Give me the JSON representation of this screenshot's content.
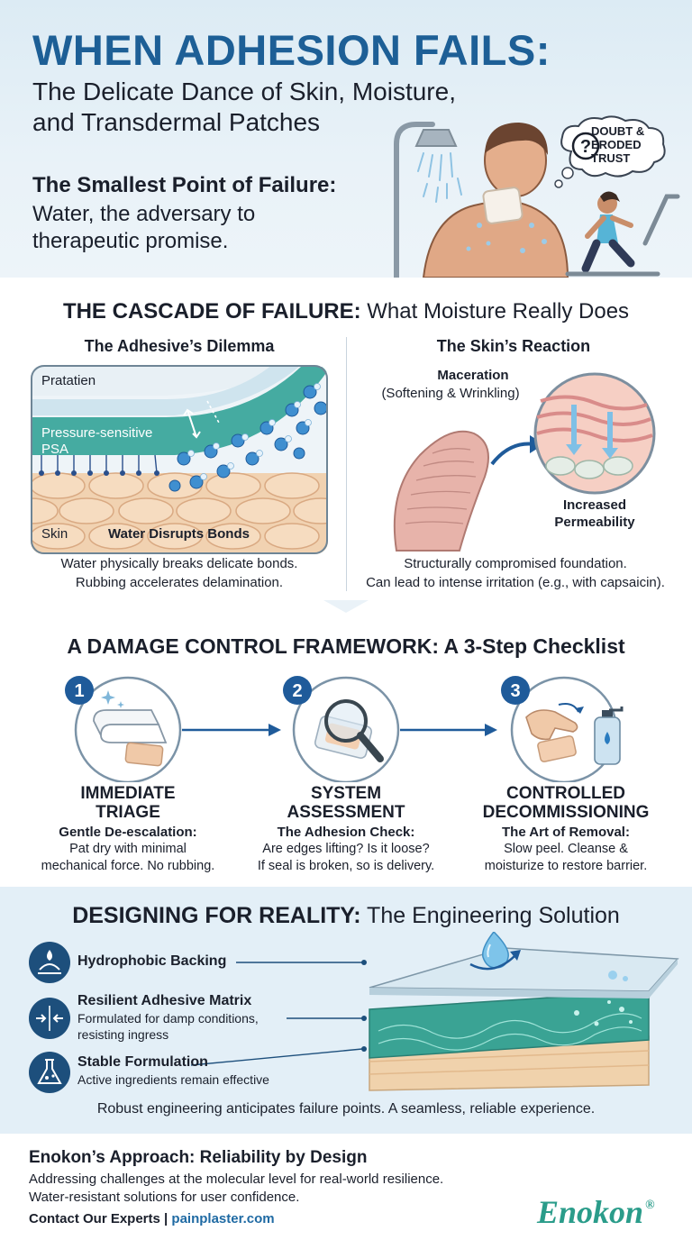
{
  "header": {
    "title": "WHEN ADHESION FAILS:",
    "subtitle_line1": "The Delicate Dance of Skin, Moisture,",
    "subtitle_line2": "and Transdermal Patches",
    "point_title": "The Smallest Point of Failure:",
    "point_text_line1": "Water, the adversary to",
    "point_text_line2": "therapeutic promise.",
    "thought_bubble": [
      "DOUBT &",
      "ERODED",
      "TRUST"
    ],
    "thought_bubble_symbol": "?"
  },
  "cascade": {
    "title_bold": "THE CASCADE OF FAILURE:",
    "title_rest": " What Moisture Really Does",
    "adhesive": {
      "title": "The Adhesive’s Dilemma",
      "label_top": "Pratatien",
      "label_psa1": "Pressure-sensitive",
      "label_psa2": "PSA",
      "label_skin": "Skin",
      "label_bonds": "Water Disrupts Bonds",
      "caption_line1": "Water physically breaks delicate bonds.",
      "caption_line2": "Rubbing accelerates delamination."
    },
    "skin": {
      "title": "The Skin’s Reaction",
      "maceration": "Maceration",
      "maceration_sub": "(Softening & Wrinkling)",
      "permeability_line1": "Increased",
      "permeability_line2": "Permeability",
      "caption_line1": "Structurally compromised foundation.",
      "caption_line2": "Can lead to intense irritation (e.g., with capsaicin)."
    }
  },
  "framework": {
    "title": "A DAMAGE CONTROL FRAMEWORK: A 3-Step Checklist",
    "steps": [
      {
        "number": "1",
        "heading_line1": "IMMEDIATE",
        "heading_line2": "TRIAGE",
        "sub": "Gentle De-escalation:",
        "desc_line1": "Pat dry with minimal",
        "desc_line2": "mechanical force. No rubbing."
      },
      {
        "number": "2",
        "heading_line1": "SYSTEM",
        "heading_line2": "ASSESSMENT",
        "sub": "The Adhesion Check:",
        "desc_line1": "Are edges lifting? Is it loose?",
        "desc_line2": "If seal is broken, so is delivery."
      },
      {
        "number": "3",
        "heading_line1": "CONTROLLED",
        "heading_line2": "DECOMMISSIONING",
        "sub": "The Art of Removal:",
        "desc_line1": "Slow peel. Cleanse &",
        "desc_line2": "moisturize to restore barrier."
      }
    ]
  },
  "design": {
    "title_bold": "DESIGNING FOR REALITY:",
    "title_rest": " The Engineering Solution",
    "features": [
      {
        "icon": "water-repel-icon",
        "title": "Hydrophobic Backing",
        "desc_line1": "",
        "desc_line2": ""
      },
      {
        "icon": "compress-arrows-icon",
        "title": "Resilient Adhesive Matrix",
        "desc_line1": "Formulated for damp conditions,",
        "desc_line2": "resisting ingress"
      },
      {
        "icon": "flask-icon",
        "title": "Stable Formulation",
        "desc_line1": "Active ingredients remain effective",
        "desc_line2": ""
      }
    ],
    "footer": "Robust engineering anticipates failure points. A seamless, reliable experience."
  },
  "footer": {
    "title": "Enokon’s Approach: Reliability by Design",
    "line1": "Addressing challenges at the molecular level for real-world resilience.",
    "line2": "Water-resistant solutions for user confidence.",
    "contact_label": "Contact Our Experts | ",
    "contact_link": "painplaster.com",
    "brand": "Enokon",
    "brand_mark": "®"
  },
  "colors": {
    "title_blue": "#1d5f96",
    "icon_navy": "#1d4f7c",
    "teal": "#2a9c8a",
    "light_blue_bg": "#e3eff7"
  }
}
